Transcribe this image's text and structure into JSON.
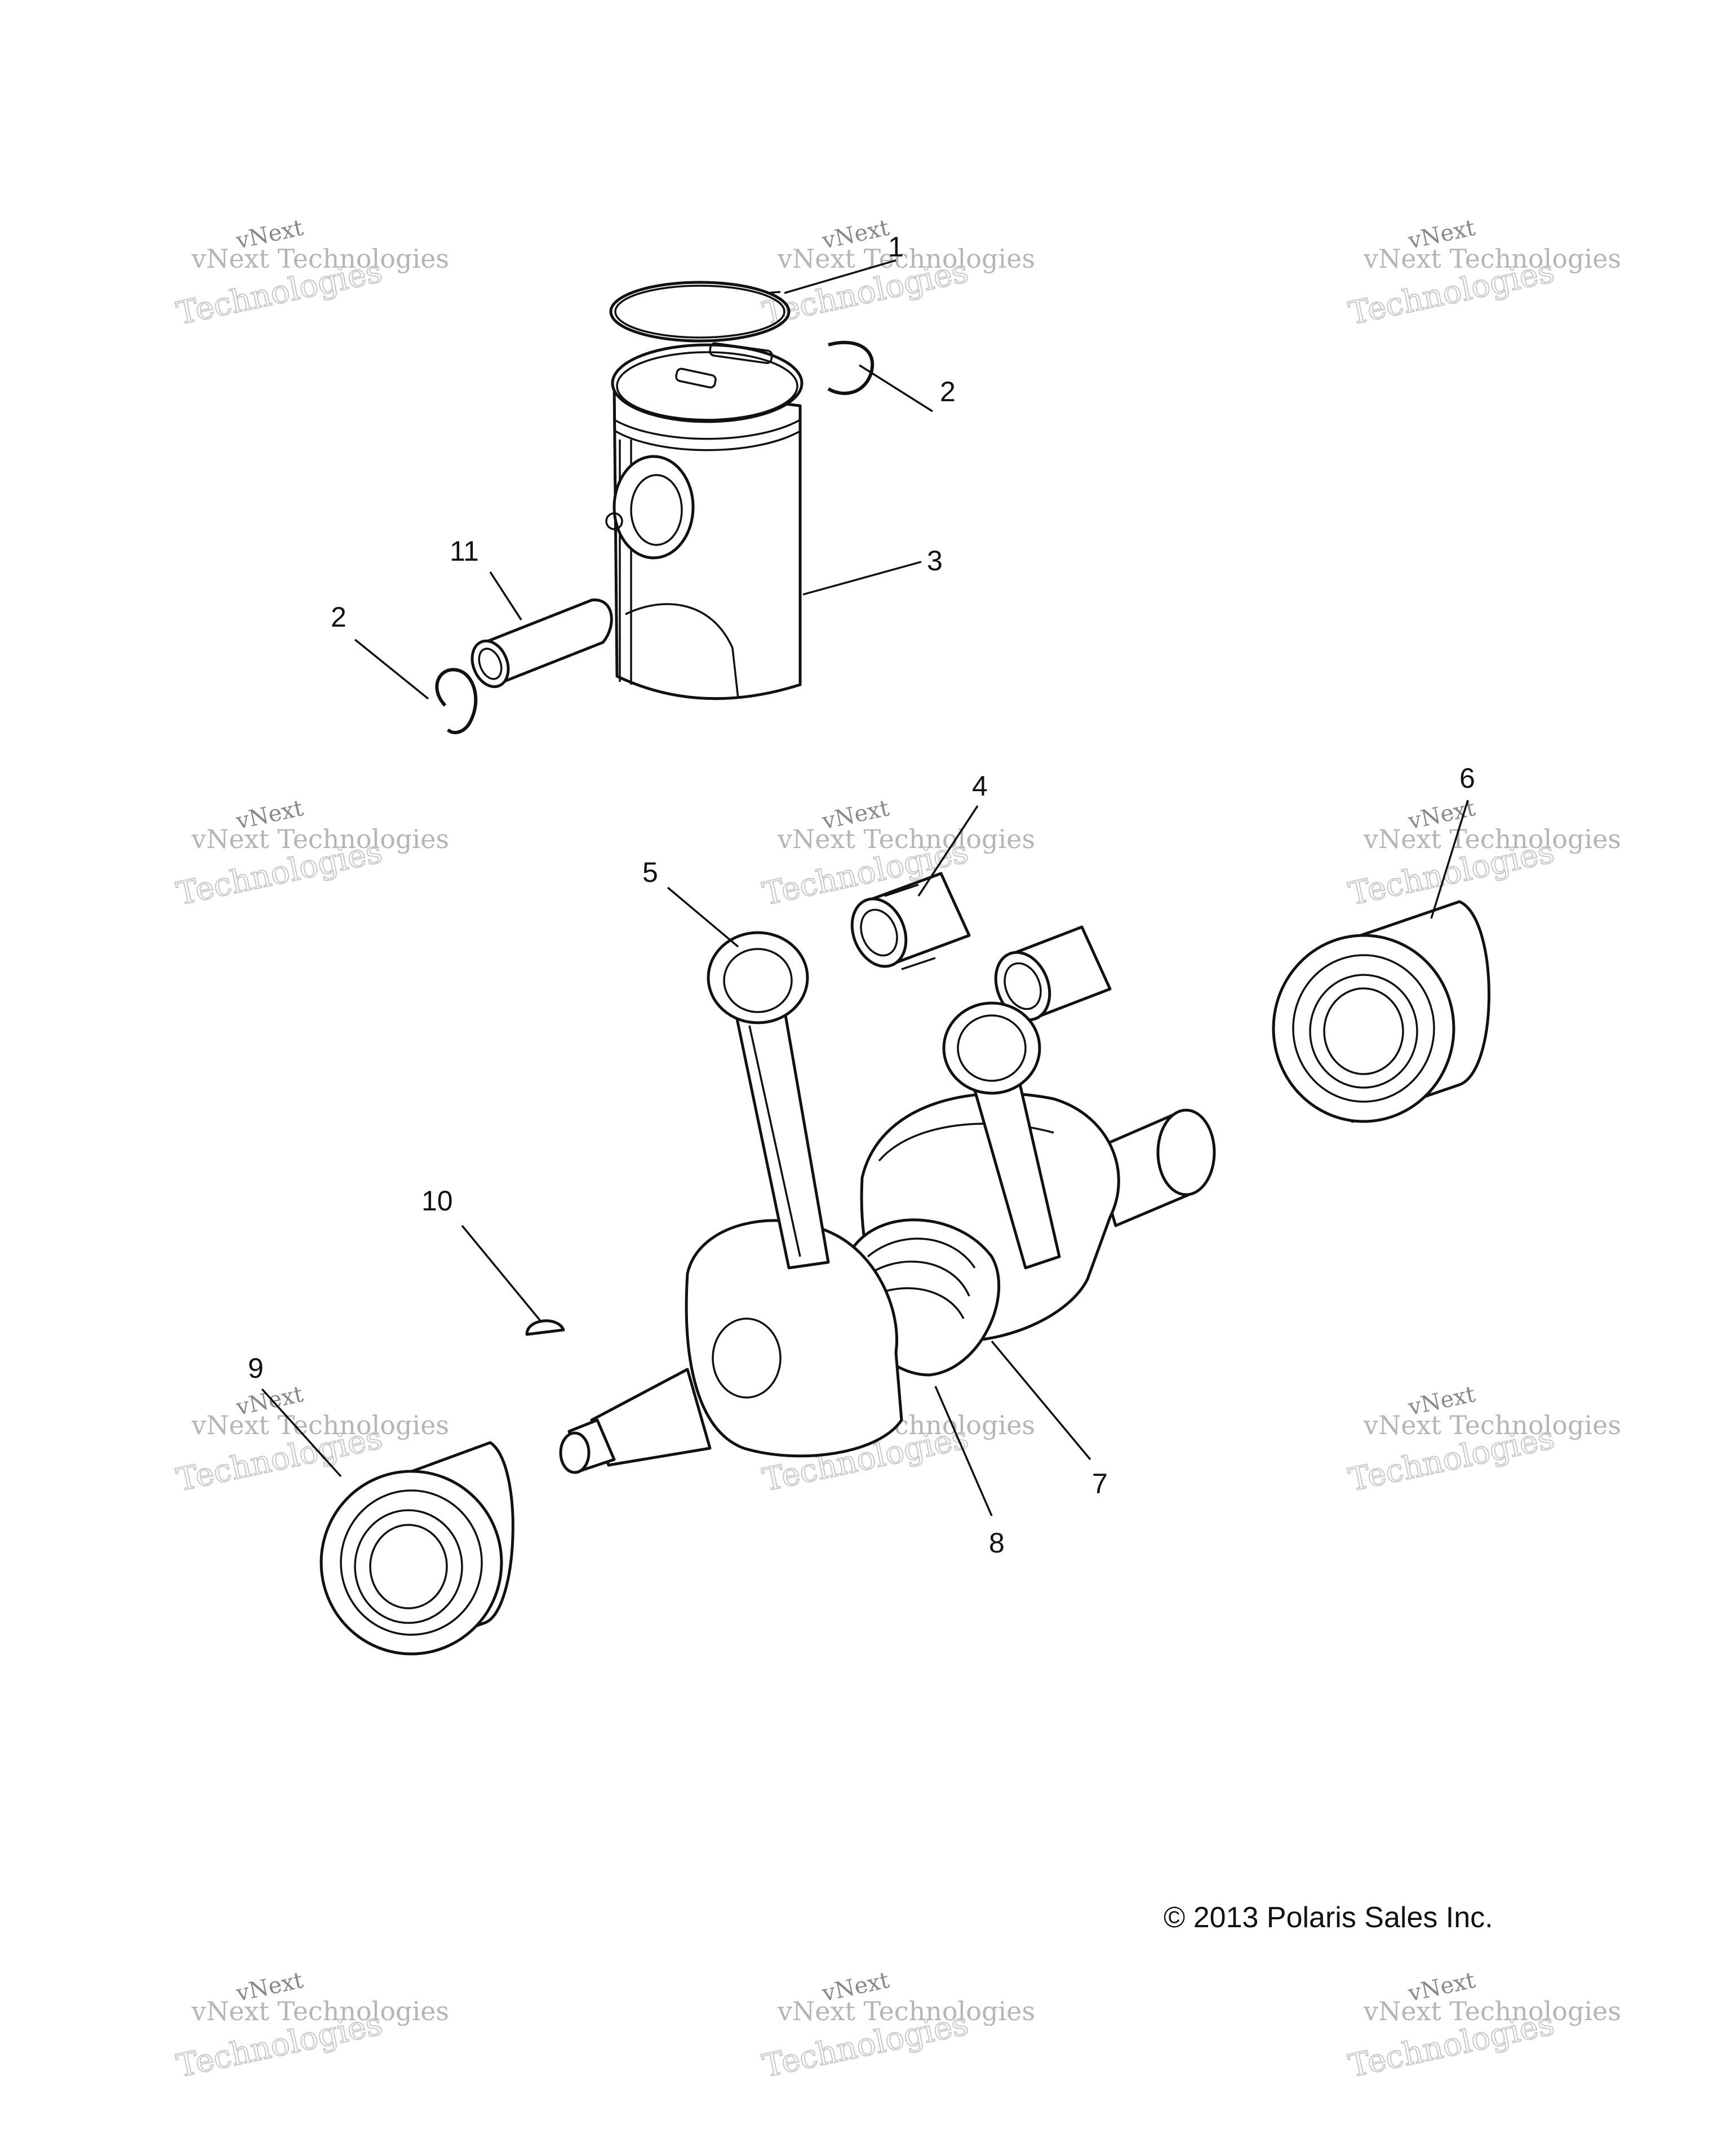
{
  "callouts": [
    "1",
    "2",
    "2",
    "3",
    "4",
    "5",
    "6",
    "7",
    "8",
    "9",
    "10",
    "11"
  ],
  "copyright": "© 2013 Polaris Sales Inc.",
  "watermark": {
    "line1": "vNext",
    "line2": "vNext Technologies",
    "line3": "Technologies"
  }
}
